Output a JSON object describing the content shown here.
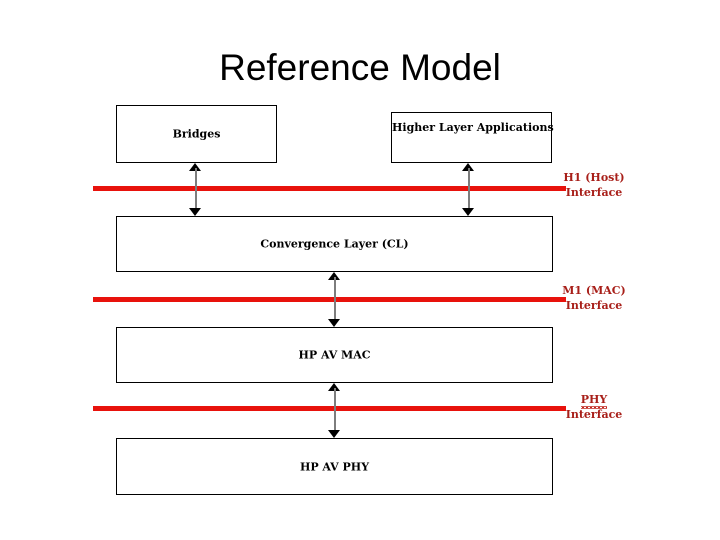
{
  "slide": {
    "title": "Reference Model",
    "background_color": "#ffffff"
  },
  "colors": {
    "interface_line": "#e8120c",
    "interface_label_text": "#a81f19",
    "box_border": "#000000",
    "arrow_shaft": "#7d7d7d",
    "arrow_head": "#000000",
    "text": "#000000"
  },
  "boxes": [
    {
      "id": "bridges",
      "label": "Bridges"
    },
    {
      "id": "higher_layer",
      "label": "Higher Layer Applications"
    },
    {
      "id": "cl",
      "label": "Convergence Layer (CL)"
    },
    {
      "id": "mac",
      "label": "HP AV MAC"
    },
    {
      "id": "phy",
      "label": "HP AV PHY"
    }
  ],
  "interfaces": [
    {
      "id": "h1",
      "line1": "H1 (Host)",
      "line2": "Interface",
      "misspelled": false
    },
    {
      "id": "m1",
      "line1": "M1 (MAC)",
      "line2": "Interface",
      "misspelled": false
    },
    {
      "id": "phy",
      "line1": "PHY",
      "line2": "Interface",
      "misspelled": true
    }
  ],
  "connectors": [
    {
      "id": "bridges-cl",
      "from": "Bridges",
      "to": "Convergence Layer (CL)",
      "style": "double-headed"
    },
    {
      "id": "higher-cl",
      "from": "Higher Layer Applications",
      "to": "Convergence Layer (CL)",
      "style": "double-headed"
    },
    {
      "id": "cl-mac",
      "from": "Convergence Layer (CL)",
      "to": "HP AV MAC",
      "style": "double-headed"
    },
    {
      "id": "mac-phy",
      "from": "HP AV MAC",
      "to": "HP AV PHY",
      "style": "double-headed"
    }
  ]
}
